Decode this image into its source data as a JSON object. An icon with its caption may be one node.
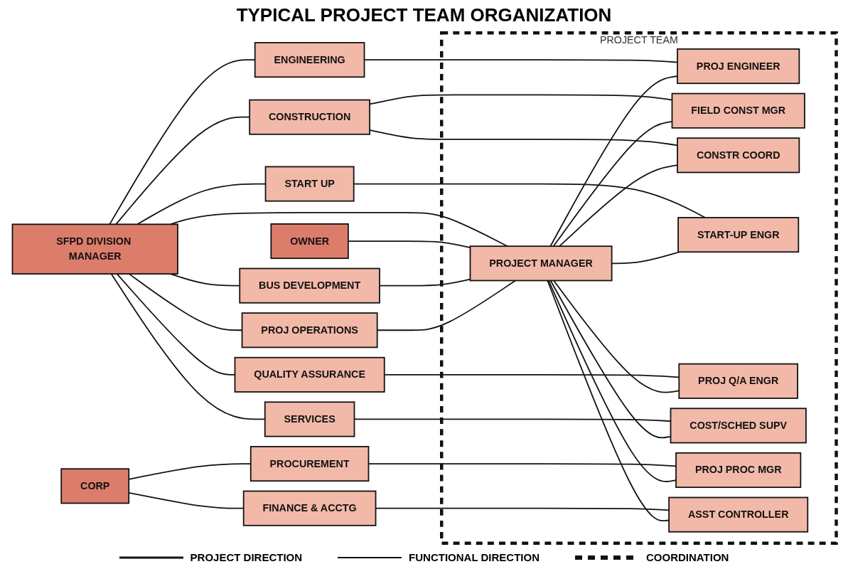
{
  "diagram": {
    "title": "TYPICAL PROJECT TEAM ORGANIZATION",
    "nodes": [
      {
        "text": [
          "SFPD DIVISION MANAGER"
        ]
      },
      {
        "text": [
          "OWNER"
        ]
      },
      {
        "text": [
          "BUS DEVELOPMENT"
        ]
      },
      {
        "text": [
          "PROJ OPERATIONS"
        ]
      },
      {
        "text": [
          "ENGINEERING"
        ]
      },
      {
        "text": [
          "CONSTRUCTION"
        ]
      },
      {
        "text": [
          "START UP"
        ]
      },
      {
        "text": [
          "QUALITY ASSURANCE"
        ]
      },
      {
        "text": [
          "SERVICES"
        ]
      },
      {
        "text": [
          "CORP"
        ]
      },
      {
        "text": [
          "PROCUREMENT"
        ]
      },
      {
        "text": [
          "FINANCE & ACCTG"
        ]
      },
      {
        "text": [
          "PROJECT TEAM"
        ]
      },
      {
        "text": [
          "PROJECT MANAGER"
        ],
        "in": 12
      },
      {
        "text": [
          "PROJ ENGINEER"
        ],
        "in": 12
      },
      {
        "text": [
          "FIELD CONST MGR"
        ],
        "in": 12
      },
      {
        "text": [
          "CONSTR COORD"
        ],
        "in": 12
      },
      {
        "text": [
          "START-UP ENGR"
        ],
        "in": 12
      },
      {
        "text": [
          "PROJ Q/A ENGR"
        ],
        "in": 12
      },
      {
        "text": [
          "COST/SCHED SUPV"
        ],
        "in": 12
      },
      {
        "text": [
          "PROJ PROC MGR"
        ],
        "in": 12
      },
      {
        "text": [
          "ASST CONTROLLER"
        ],
        "in": 12
      }
    ],
    "edges": [
      {
        "from": 0,
        "to": 13,
        "arrow": "none"
      },
      {
        "from": 1,
        "to": 13,
        "arrow": "none"
      },
      {
        "from": 2,
        "to": 13,
        "arrow": "none"
      },
      {
        "from": 0,
        "to": 2,
        "arrow": "none"
      },
      {
        "from": 0,
        "to": 3,
        "arrow": "none"
      },
      {
        "from": 0,
        "to": 4,
        "arrow": "none"
      },
      {
        "from": 0,
        "to": 5,
        "arrow": "none"
      },
      {
        "from": 0,
        "to": 6,
        "arrow": "none"
      },
      {
        "from": 0,
        "to": 7,
        "arrow": "none"
      },
      {
        "from": 0,
        "to": 8,
        "arrow": "none"
      },
      {
        "from": 9,
        "to": 10,
        "arrow": "none"
      },
      {
        "from": 9,
        "to": 11,
        "arrow": "none"
      },
      {
        "from": 3,
        "to": 13,
        "arrow": "none"
      },
      {
        "from": 4,
        "to": 14,
        "arrow": "none"
      },
      {
        "from": 5,
        "to": 15,
        "arrow": "none"
      },
      {
        "from": 5,
        "to": 16,
        "arrow": "none"
      },
      {
        "from": 6,
        "to": 17,
        "arrow": "none"
      },
      {
        "from": 7,
        "to": 18,
        "arrow": "none"
      },
      {
        "from": 8,
        "to": 19,
        "arrow": "none"
      },
      {
        "from": 10,
        "to": 20,
        "arrow": "none"
      },
      {
        "from": 11,
        "to": 21,
        "arrow": "none"
      },
      {
        "from": 13,
        "to": 14,
        "arrow": "none"
      },
      {
        "from": 13,
        "to": 15,
        "arrow": "none"
      },
      {
        "from": 13,
        "to": 16,
        "arrow": "none"
      },
      {
        "from": 13,
        "to": 17,
        "arrow": "none"
      },
      {
        "from": 13,
        "to": 18,
        "arrow": "none"
      },
      {
        "from": 13,
        "to": 19,
        "arrow": "none"
      },
      {
        "from": 13,
        "to": 20,
        "arrow": "none"
      },
      {
        "from": 13,
        "to": 21,
        "arrow": "none"
      }
    ],
    "legend": [
      {
        "text": "PROJECT DIRECTION"
      },
      {
        "text": "FUNCTIONAL DIRECTION"
      },
      {
        "text": "COORDINATION"
      }
    ]
  }
}
